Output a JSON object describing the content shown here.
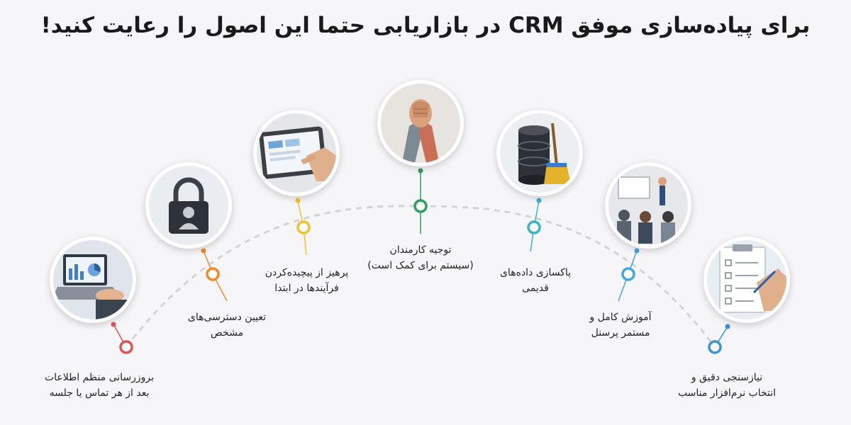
{
  "title": "برای پیاده‌سازی موفق CRM در بازاریابی حتما این اصول را رعایت کنید!",
  "steps": [
    {
      "icon": "laptop-analytics-icon",
      "color": "#e05353",
      "lines": [
        "بروزرسانی منظم اطلاعات",
        "بعد از هر تماس یا جلسه"
      ]
    },
    {
      "icon": "padlock-user-icon",
      "color": "#f08a2c",
      "lines": [
        "تعیین دسترسی‌های",
        "مشخص"
      ]
    },
    {
      "icon": "tablet-touch-icon",
      "color": "#f2c12e",
      "lines": [
        "پرهیز از پیچیده‌کردن",
        "فرآیندها در ابتدا"
      ]
    },
    {
      "icon": "handshake-icon",
      "color": "#2e9e5b",
      "lines": [
        "توجیه کارمندان",
        "(سیستم برای کمک است)"
      ]
    },
    {
      "icon": "database-broom-icon",
      "color": "#3cb1c9",
      "lines": [
        "پاکسازی داده‌های",
        "قدیمی"
      ]
    },
    {
      "icon": "training-session-icon",
      "color": "#43a6de",
      "lines": [
        "آموزش کامل و",
        "مستمر پرسنل"
      ]
    },
    {
      "icon": "checklist-icon",
      "color": "#3f8fdc",
      "lines": [
        "نیازسنجی دقیق و",
        "انتخاب نرم‌افزار مناسب"
      ]
    }
  ]
}
